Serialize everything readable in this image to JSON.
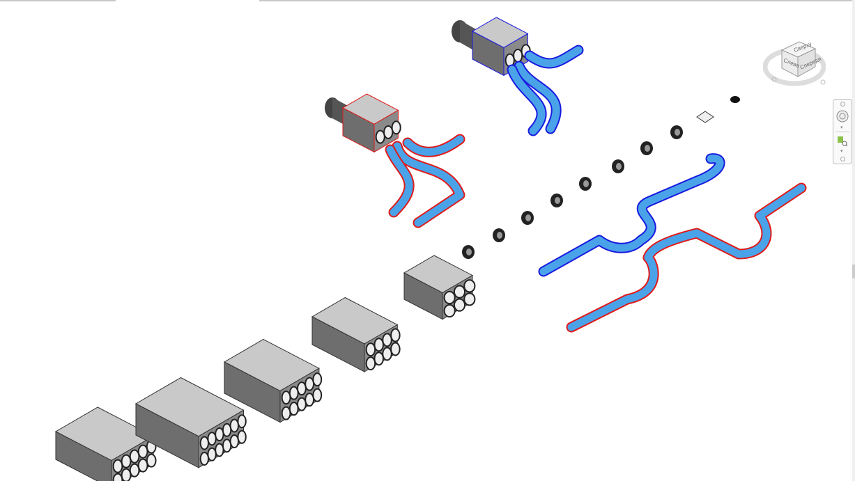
{
  "viewcube": {
    "top_label": "Сверху",
    "left_label": "Слева",
    "front_label": "Спереди"
  },
  "navbar": {
    "items": [
      "steering-wheel",
      "zoom-region"
    ]
  },
  "colors": {
    "supply_pipe": "#4aa3e8",
    "supply_edge": "#1a1ae0",
    "return_edge": "#e01a1a",
    "box_top": "#c9c9c9",
    "box_side": "#6e6e6e"
  }
}
